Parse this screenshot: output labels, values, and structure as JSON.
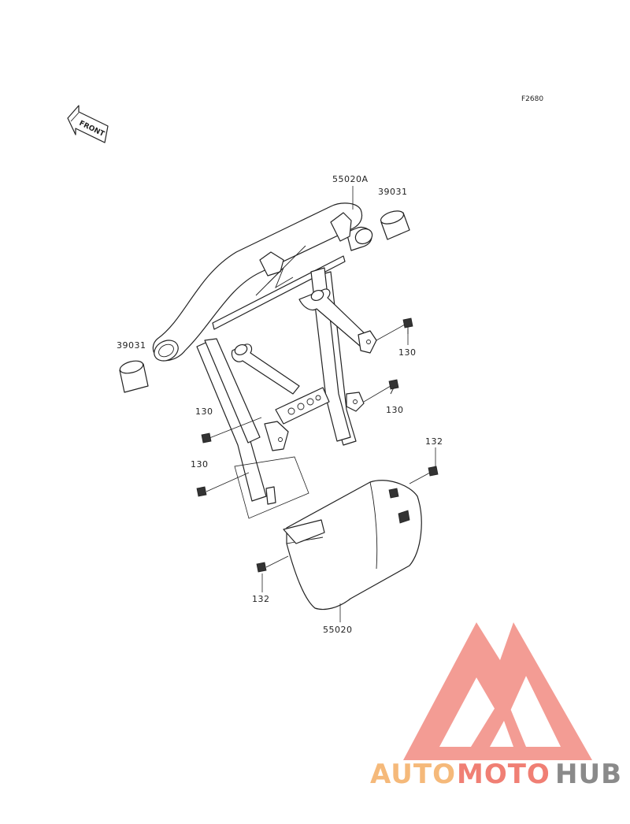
{
  "diagram": {
    "ref_code": "F2680",
    "front_arrow_text": "FRONT",
    "labels": {
      "frame_main": "55020A",
      "bushing_right": "39031",
      "bushing_left": "39031",
      "bolt_upper_right": "130",
      "bolt_mid_right": "130",
      "bolt_left_upper": "130",
      "bolt_left_lower": "130",
      "bolt_cover_right": "132",
      "bolt_cover_left": "132",
      "cover": "55020"
    }
  },
  "watermark": {
    "brand_part1": "AUTO",
    "brand_part2": "MOTO",
    "brand_part3": "HUB",
    "colors": {
      "orange": "#f5b97a",
      "red": "#f07f74",
      "gray": "#8a8a8a",
      "logo": "#f28b82"
    }
  }
}
